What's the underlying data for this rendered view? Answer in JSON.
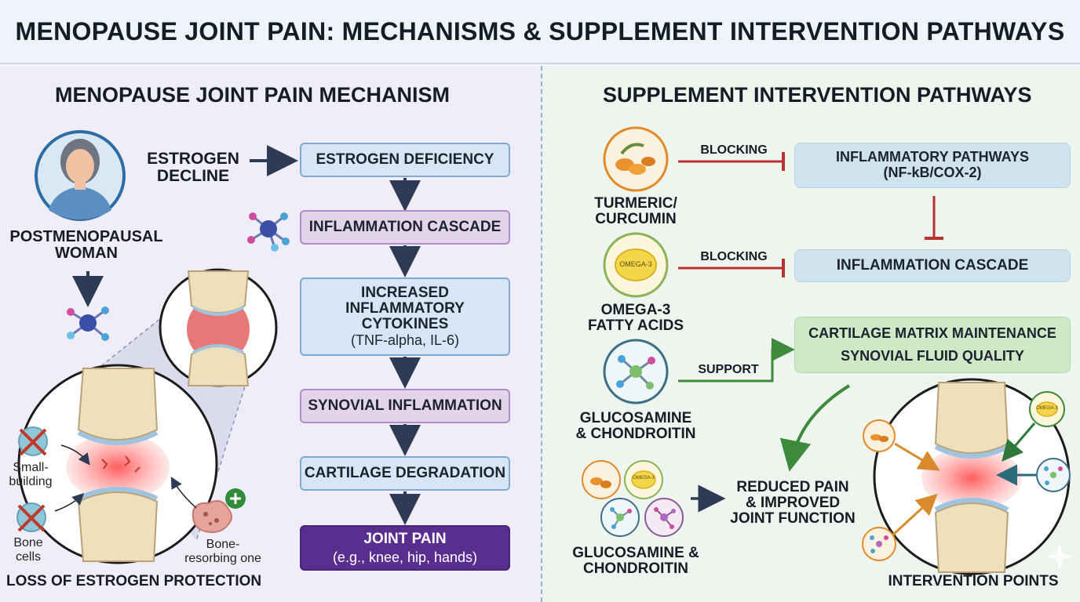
{
  "title": "MENOPAUSE JOINT PAIN: MECHANISMS & SUPPLEMENT INTERVENTION PATHWAYS",
  "left": {
    "heading": "MENOPAUSE JOINT PAIN MECHANISM",
    "woman_label_1": "POSTMENOPAUSAL",
    "woman_label_2": "WOMAN",
    "estrogen_decline_1": "ESTROGEN",
    "estrogen_decline_2": "DECLINE",
    "flow": {
      "estrogen_deficiency": "ESTROGEN DEFICIENCY",
      "inflammation_cascade": "INFLAMMATION CASCADE",
      "cytokines_1": "INCREASED",
      "cytokines_2": "INFLAMMATORY",
      "cytokines_3": "CYTOKINES",
      "cytokines_sub": "(TNF-alpha, IL-6)",
      "synovial_inflammation": "SYNOVIAL INFLAMMATION",
      "cartilage_degradation": "CARTILAGE DEGRADATION",
      "joint_pain": "JOINT PAIN",
      "joint_pain_sub": "(e.g., knee, hip, hands)"
    },
    "small_building_1": "Small-",
    "small_building_2": "building",
    "bone_cells_1": "Bone",
    "bone_cells_2": "cells",
    "bone_resorbing_1": "Bone-",
    "bone_resorbing_2": "resorbing one",
    "loss_label": "LOSS OF ESTROGEN PROTECTION"
  },
  "right": {
    "heading": "SUPPLEMENT INTERVENTION PATHWAYS",
    "turmeric_1": "TURMERIC/",
    "turmeric_2": "CURCUMIN",
    "omega_1": "OMEGA-3",
    "omega_2": "FATTY ACIDS",
    "omega_pill": "OMEGA-3",
    "omega_pill_small": "OMEGA-3",
    "gluco_1": "GLUCOSAMINE",
    "gluco_2": "& CHONDROITIN",
    "gluco2_1": "GLUCOSAMINE &",
    "gluco2_2": "CHONDROITIN",
    "blocking_1": "BLOCKING",
    "blocking_2": "BLOCKING",
    "support": "SUPPORT",
    "inflam_pathways_1": "INFLAMMATORY PATHWAYS",
    "inflam_pathways_2": "(NF-kB/COX-2)",
    "inflam_cascade": "INFLAMMATION CASCADE",
    "cartilage_1": "CARTILAGE MATRIX MAINTENANCE",
    "cartilage_2": "SYNOVIAL FLUID QUALITY",
    "reduced_1": "REDUCED PAIN",
    "reduced_2": "& IMPROVED",
    "reduced_3": "JOINT FUNCTION",
    "intervention_points": "INTERVENTION POINTS",
    "omega_tiny": "OMEGA-3"
  },
  "colors": {
    "blocking_red": "#b8322f",
    "support_green": "#3d8a3a",
    "navy_arrow": "#2e3b55",
    "joint_purple": "#5a2e8e"
  }
}
